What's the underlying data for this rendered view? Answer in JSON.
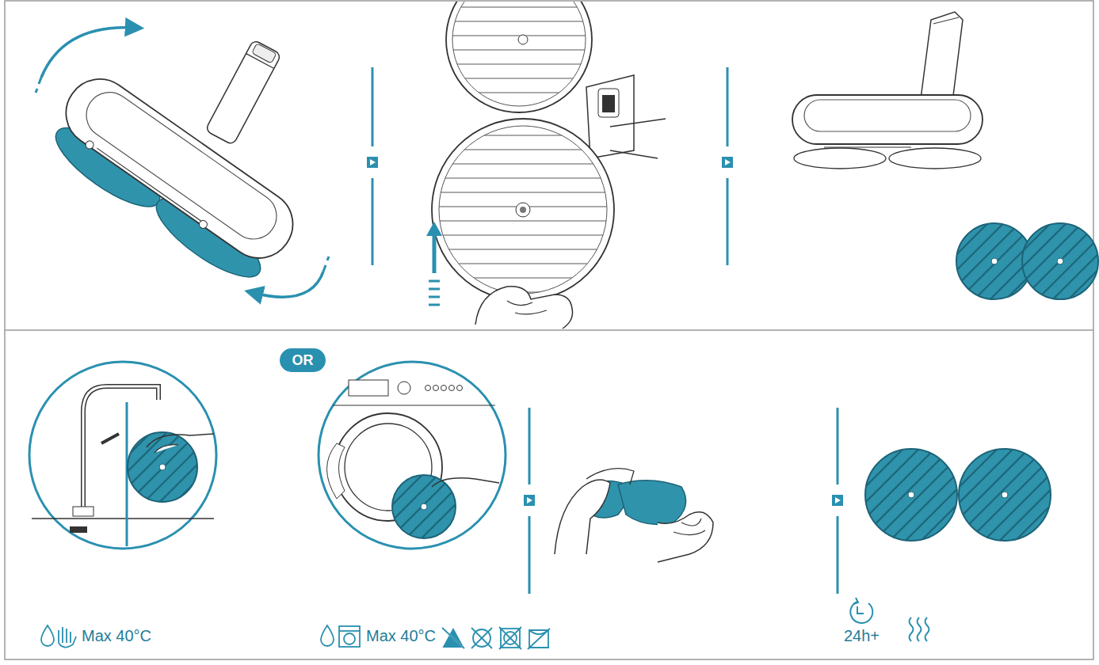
{
  "diagram": {
    "nodes": [
      {
        "text": [
          "OR"
        ]
      }
    ],
    "labels": [
      "Max 40°C",
      "Max 40°C",
      "24h+"
    ]
  }
}
